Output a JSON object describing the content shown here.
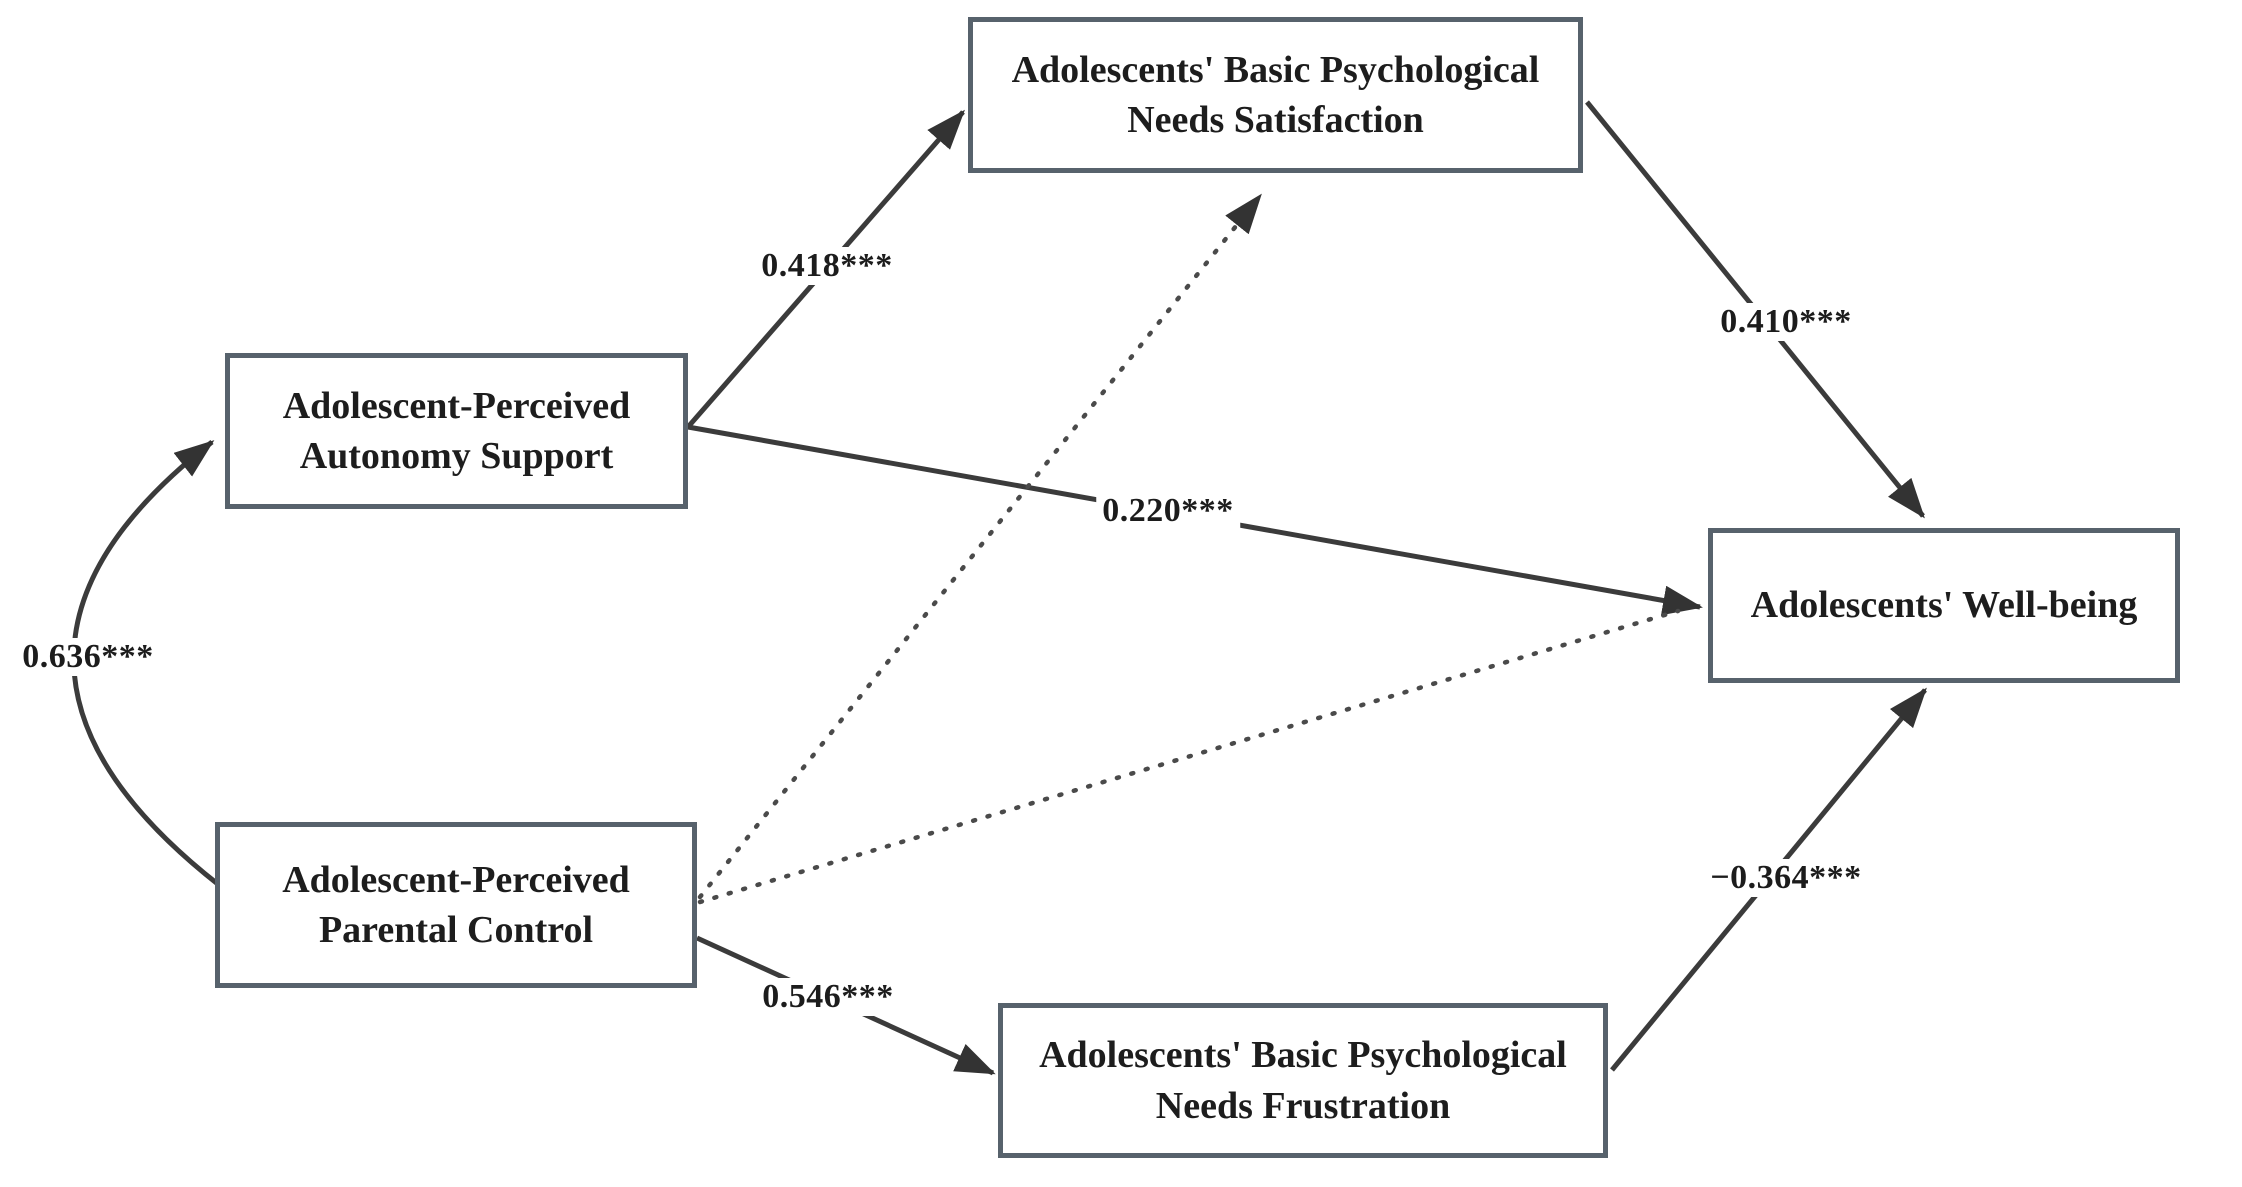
{
  "diagram": {
    "type": "path-model",
    "nodes": [
      {
        "id": "needs_satisfaction",
        "lines": [
          "Adolescents' Basic Psychological",
          "Needs Satisfaction"
        ]
      },
      {
        "id": "autonomy_support",
        "lines": [
          "Adolescent-Perceived",
          "Autonomy Support"
        ]
      },
      {
        "id": "parental_control",
        "lines": [
          "Adolescent-Perceived",
          "Parental Control"
        ]
      },
      {
        "id": "needs_frustration",
        "lines": [
          "Adolescents' Basic Psychological",
          "Needs Frustration"
        ]
      },
      {
        "id": "well_being",
        "lines": [
          "Adolescents' Well-being"
        ]
      }
    ],
    "paths": [
      {
        "from": "autonomy_support",
        "to": "needs_satisfaction",
        "coefficient": "0.418***",
        "style": "solid"
      },
      {
        "from": "autonomy_support",
        "to": "well_being",
        "coefficient": "0.220***",
        "style": "solid"
      },
      {
        "from": "needs_satisfaction",
        "to": "well_being",
        "coefficient": "0.410***",
        "style": "solid"
      },
      {
        "from": "parental_control",
        "to": "needs_frustration",
        "coefficient": "0.546***",
        "style": "solid"
      },
      {
        "from": "needs_frustration",
        "to": "well_being",
        "coefficient": "−0.364***",
        "style": "solid"
      },
      {
        "from": "parental_control",
        "to": "needs_satisfaction",
        "coefficient": "",
        "style": "dotted"
      },
      {
        "from": "parental_control",
        "to": "well_being",
        "coefficient": "",
        "style": "dotted"
      },
      {
        "from": "autonomy_support",
        "to": "parental_control",
        "coefficient": "0.636***",
        "style": "curved-bidirectional"
      }
    ],
    "colors": {
      "line": "#3b3b3b",
      "box_border": "#57626c",
      "text": "#1d1d1d",
      "background": "#ffffff"
    }
  }
}
